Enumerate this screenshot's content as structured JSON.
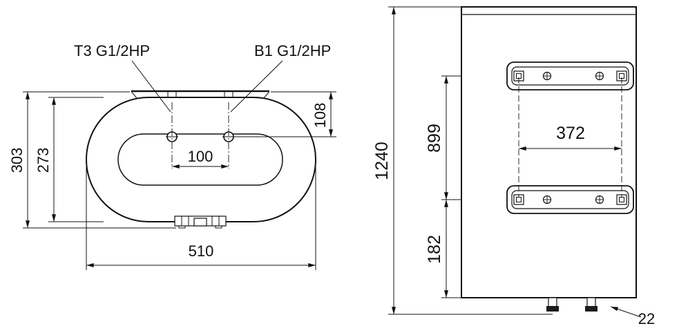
{
  "drawing": {
    "top_view": {
      "label_port_left": "T3 G1/2HP",
      "label_port_right": "B1 G1/2HP",
      "dim_total_height": "303",
      "dim_body_height": "273",
      "dim_ports_from_top": "108",
      "dim_ports_spacing": "100",
      "dim_total_width": "510"
    },
    "front_view": {
      "dim_total_height": "1240",
      "dim_brackets_spacing": "899",
      "dim_bracket_to_bottom": "182",
      "dim_bracket_holes_spacing": "372",
      "dim_pipe_edge_offset": "22"
    },
    "colors": {
      "line": "#111111",
      "background": "#ffffff"
    }
  }
}
